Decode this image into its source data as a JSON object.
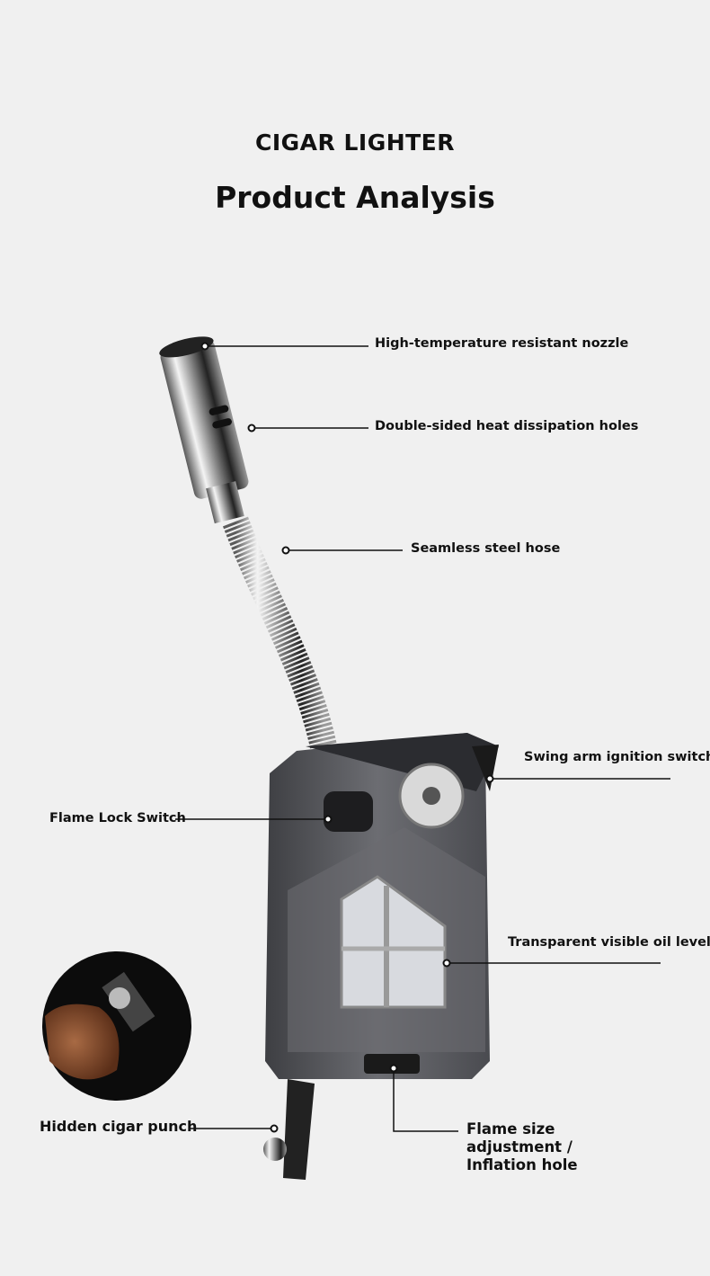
{
  "header": {
    "subtitle": "CIGAR LIGHTER",
    "title": "Product Analysis"
  },
  "callouts": {
    "nozzle": "High-temperature resistant nozzle",
    "holes": "Double-sided heat dissipation holes",
    "hose": "Seamless steel hose",
    "swing": "Swing arm ignition switch",
    "lock": "Flame Lock Switch",
    "oil": "Transparent visible oil level",
    "punch": "Hidden cigar punch",
    "flame_size": "Flame size adjustment / Inflation hole"
  }
}
